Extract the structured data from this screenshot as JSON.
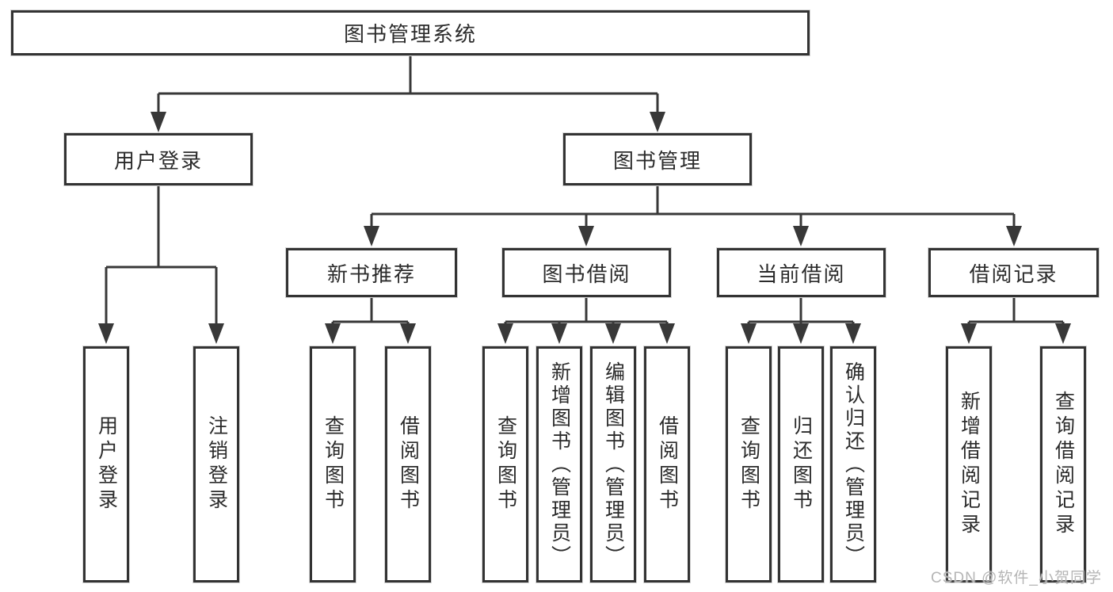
{
  "diagram": {
    "nodes": {
      "root": "图书管理系统",
      "user_login": "用户登录",
      "book_mgmt": "图书管理",
      "new_book_rec": "新书推荐",
      "book_borrow": "图书借阅",
      "current_borrow": "当前借阅",
      "borrow_record": "借阅记录",
      "ul_user_login": "用户登录",
      "ul_logout": "注销登录",
      "nb_query_book": "查询图书",
      "nb_borrow_book": "借阅图书",
      "bb_query_book": "查询图书",
      "bb_add_book": "新增图书（管理员）",
      "bb_edit_book": "编辑图书（管理员）",
      "bb_borrow_book": "借阅图书",
      "cb_query_book": "查询图书",
      "cb_return_book": "归还图书",
      "cb_confirm_return": "确认归还（管理员）",
      "br_add_record": "新增借阅记录",
      "br_query_record": "查询借阅记录"
    },
    "colors": {
      "line": "#383838",
      "border": "#333333",
      "text": "#2b2b2b",
      "watermark": "#b5b5b5",
      "background": "#ffffff"
    }
  },
  "watermark": "CSDN @软件_小贺同学"
}
